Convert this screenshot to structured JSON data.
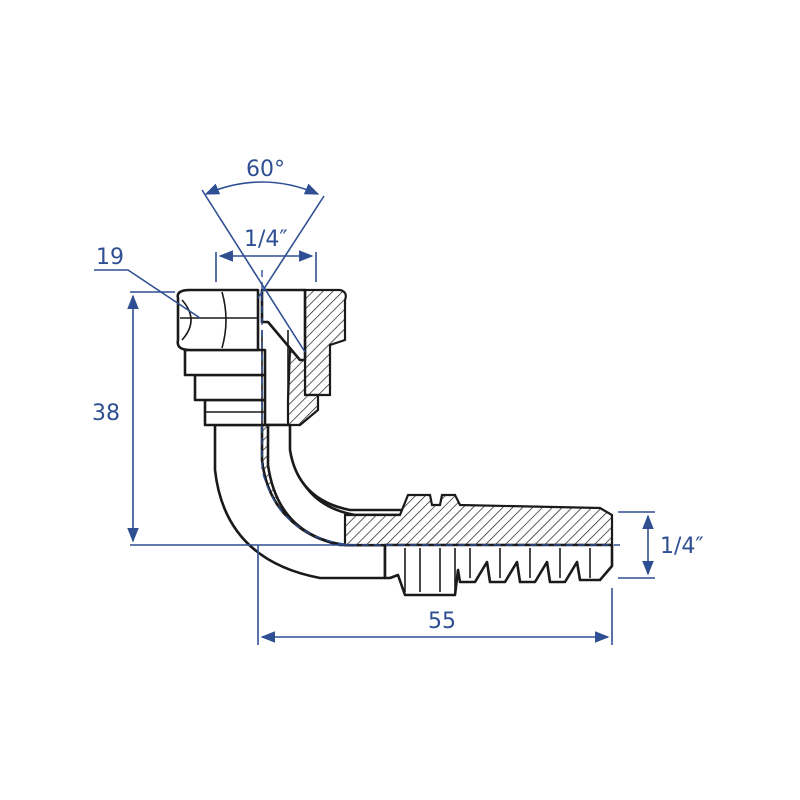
{
  "dimensions": {
    "angle": "60°",
    "thread_top": "1/4″",
    "hex": "19",
    "height": "38",
    "hose_size": "1/4″",
    "length": "55"
  },
  "colors": {
    "dimension": "#2f4f93",
    "outline": "#1a1a1a",
    "background": "#ffffff"
  }
}
